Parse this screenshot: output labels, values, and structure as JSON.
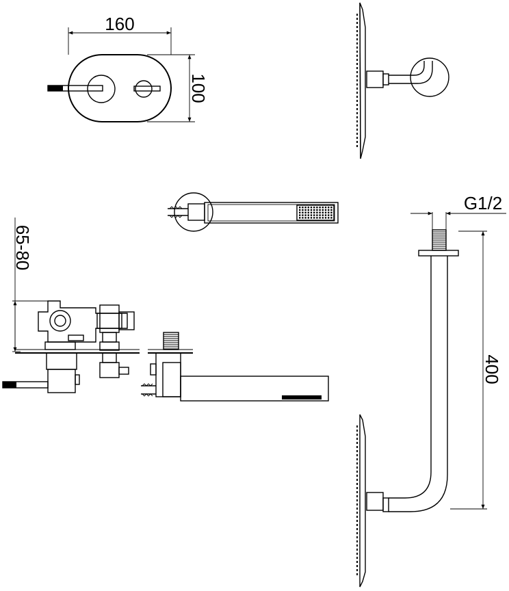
{
  "dimensions": {
    "plate_width": "160",
    "plate_height": "100",
    "wall_depth": "65-80",
    "thread": "G1/2",
    "arm_length": "400"
  },
  "components": [
    "icon-concealed-mixer-plate",
    "icon-shower-head-side",
    "icon-hand-shower",
    "icon-mixer-body-side",
    "icon-bath-spout",
    "icon-ceiling-arm-with-head"
  ]
}
